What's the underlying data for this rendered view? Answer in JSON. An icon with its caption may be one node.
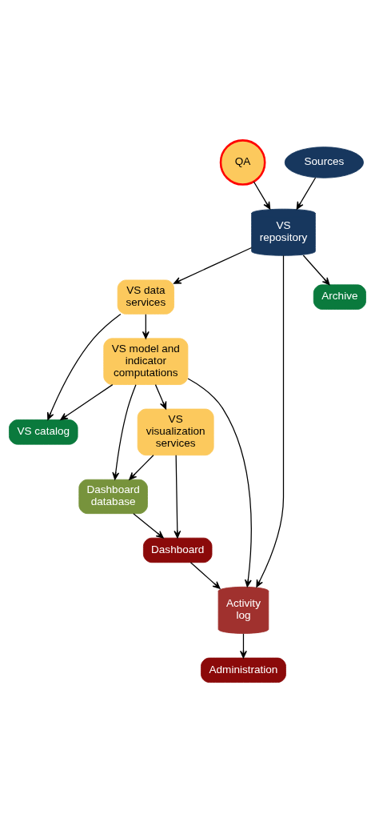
{
  "diagram": {
    "nodes": [
      {
        "text": [
          "Dashboard"
        ]
      },
      {
        "text": [
          "Dashboard database"
        ]
      },
      {
        "text": [
          "VS visualization services"
        ]
      },
      {
        "text": [
          "VS catalog"
        ]
      },
      {
        "text": [
          "VS model and indicator computations"
        ]
      },
      {
        "text": [
          "VS data services"
        ]
      },
      {
        "text": [
          "Activity log"
        ]
      },
      {
        "text": [
          "VS repository"
        ]
      },
      {
        "text": [
          "QA"
        ]
      },
      {
        "text": [
          "Sources"
        ]
      },
      {
        "text": [
          "Administration"
        ]
      },
      {
        "text": [
          "Archive"
        ]
      }
    ],
    "edges": [
      {
        "from": 2,
        "to": 0,
        "arrow": "to"
      },
      {
        "from": 1,
        "to": 0,
        "arrow": "to"
      },
      {
        "from": 2,
        "to": 1,
        "arrow": "to"
      },
      {
        "from": 4,
        "to": 2,
        "arrow": "to"
      },
      {
        "from": 4,
        "to": 1,
        "arrow": "to"
      },
      {
        "from": 4,
        "to": 3,
        "arrow": "to"
      },
      {
        "from": 5,
        "to": 3,
        "arrow": "to"
      },
      {
        "from": 5,
        "to": 4,
        "arrow": "to"
      },
      {
        "from": 4,
        "to": 6,
        "arrow": "to"
      },
      {
        "from": 0,
        "to": 6,
        "arrow": "to"
      },
      {
        "from": 7,
        "to": 6,
        "arrow": "to"
      },
      {
        "from": 7,
        "to": 5,
        "arrow": "to"
      },
      {
        "from": 8,
        "to": 7,
        "arrow": "to"
      },
      {
        "from": 9,
        "to": 7,
        "arrow": "to"
      },
      {
        "from": 6,
        "to": 10,
        "arrow": "to"
      },
      {
        "from": 7,
        "to": 11,
        "arrow": "to"
      }
    ]
  }
}
